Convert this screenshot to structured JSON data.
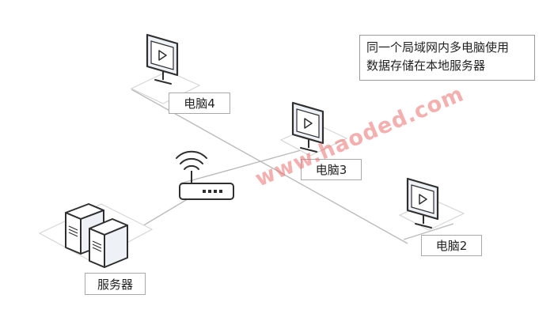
{
  "nodes": {
    "pc4": {
      "label": "电脑4"
    },
    "pc3": {
      "label": "电脑3"
    },
    "pc2": {
      "label": "电脑2"
    },
    "server": {
      "label": "服务器"
    },
    "router": {
      "label": ""
    }
  },
  "note": {
    "line1": "同一个局域网内多电脑使用",
    "line2": "数据存储在本地服务器"
  },
  "watermark": {
    "text": "www.haoded.com"
  },
  "colors": {
    "line": "#bbbbbb",
    "icon_stroke": "#2f2f2f",
    "platform": "#d9d9d9",
    "screen_fill": "#eef1f6",
    "watermark": "#eb6e6e"
  }
}
